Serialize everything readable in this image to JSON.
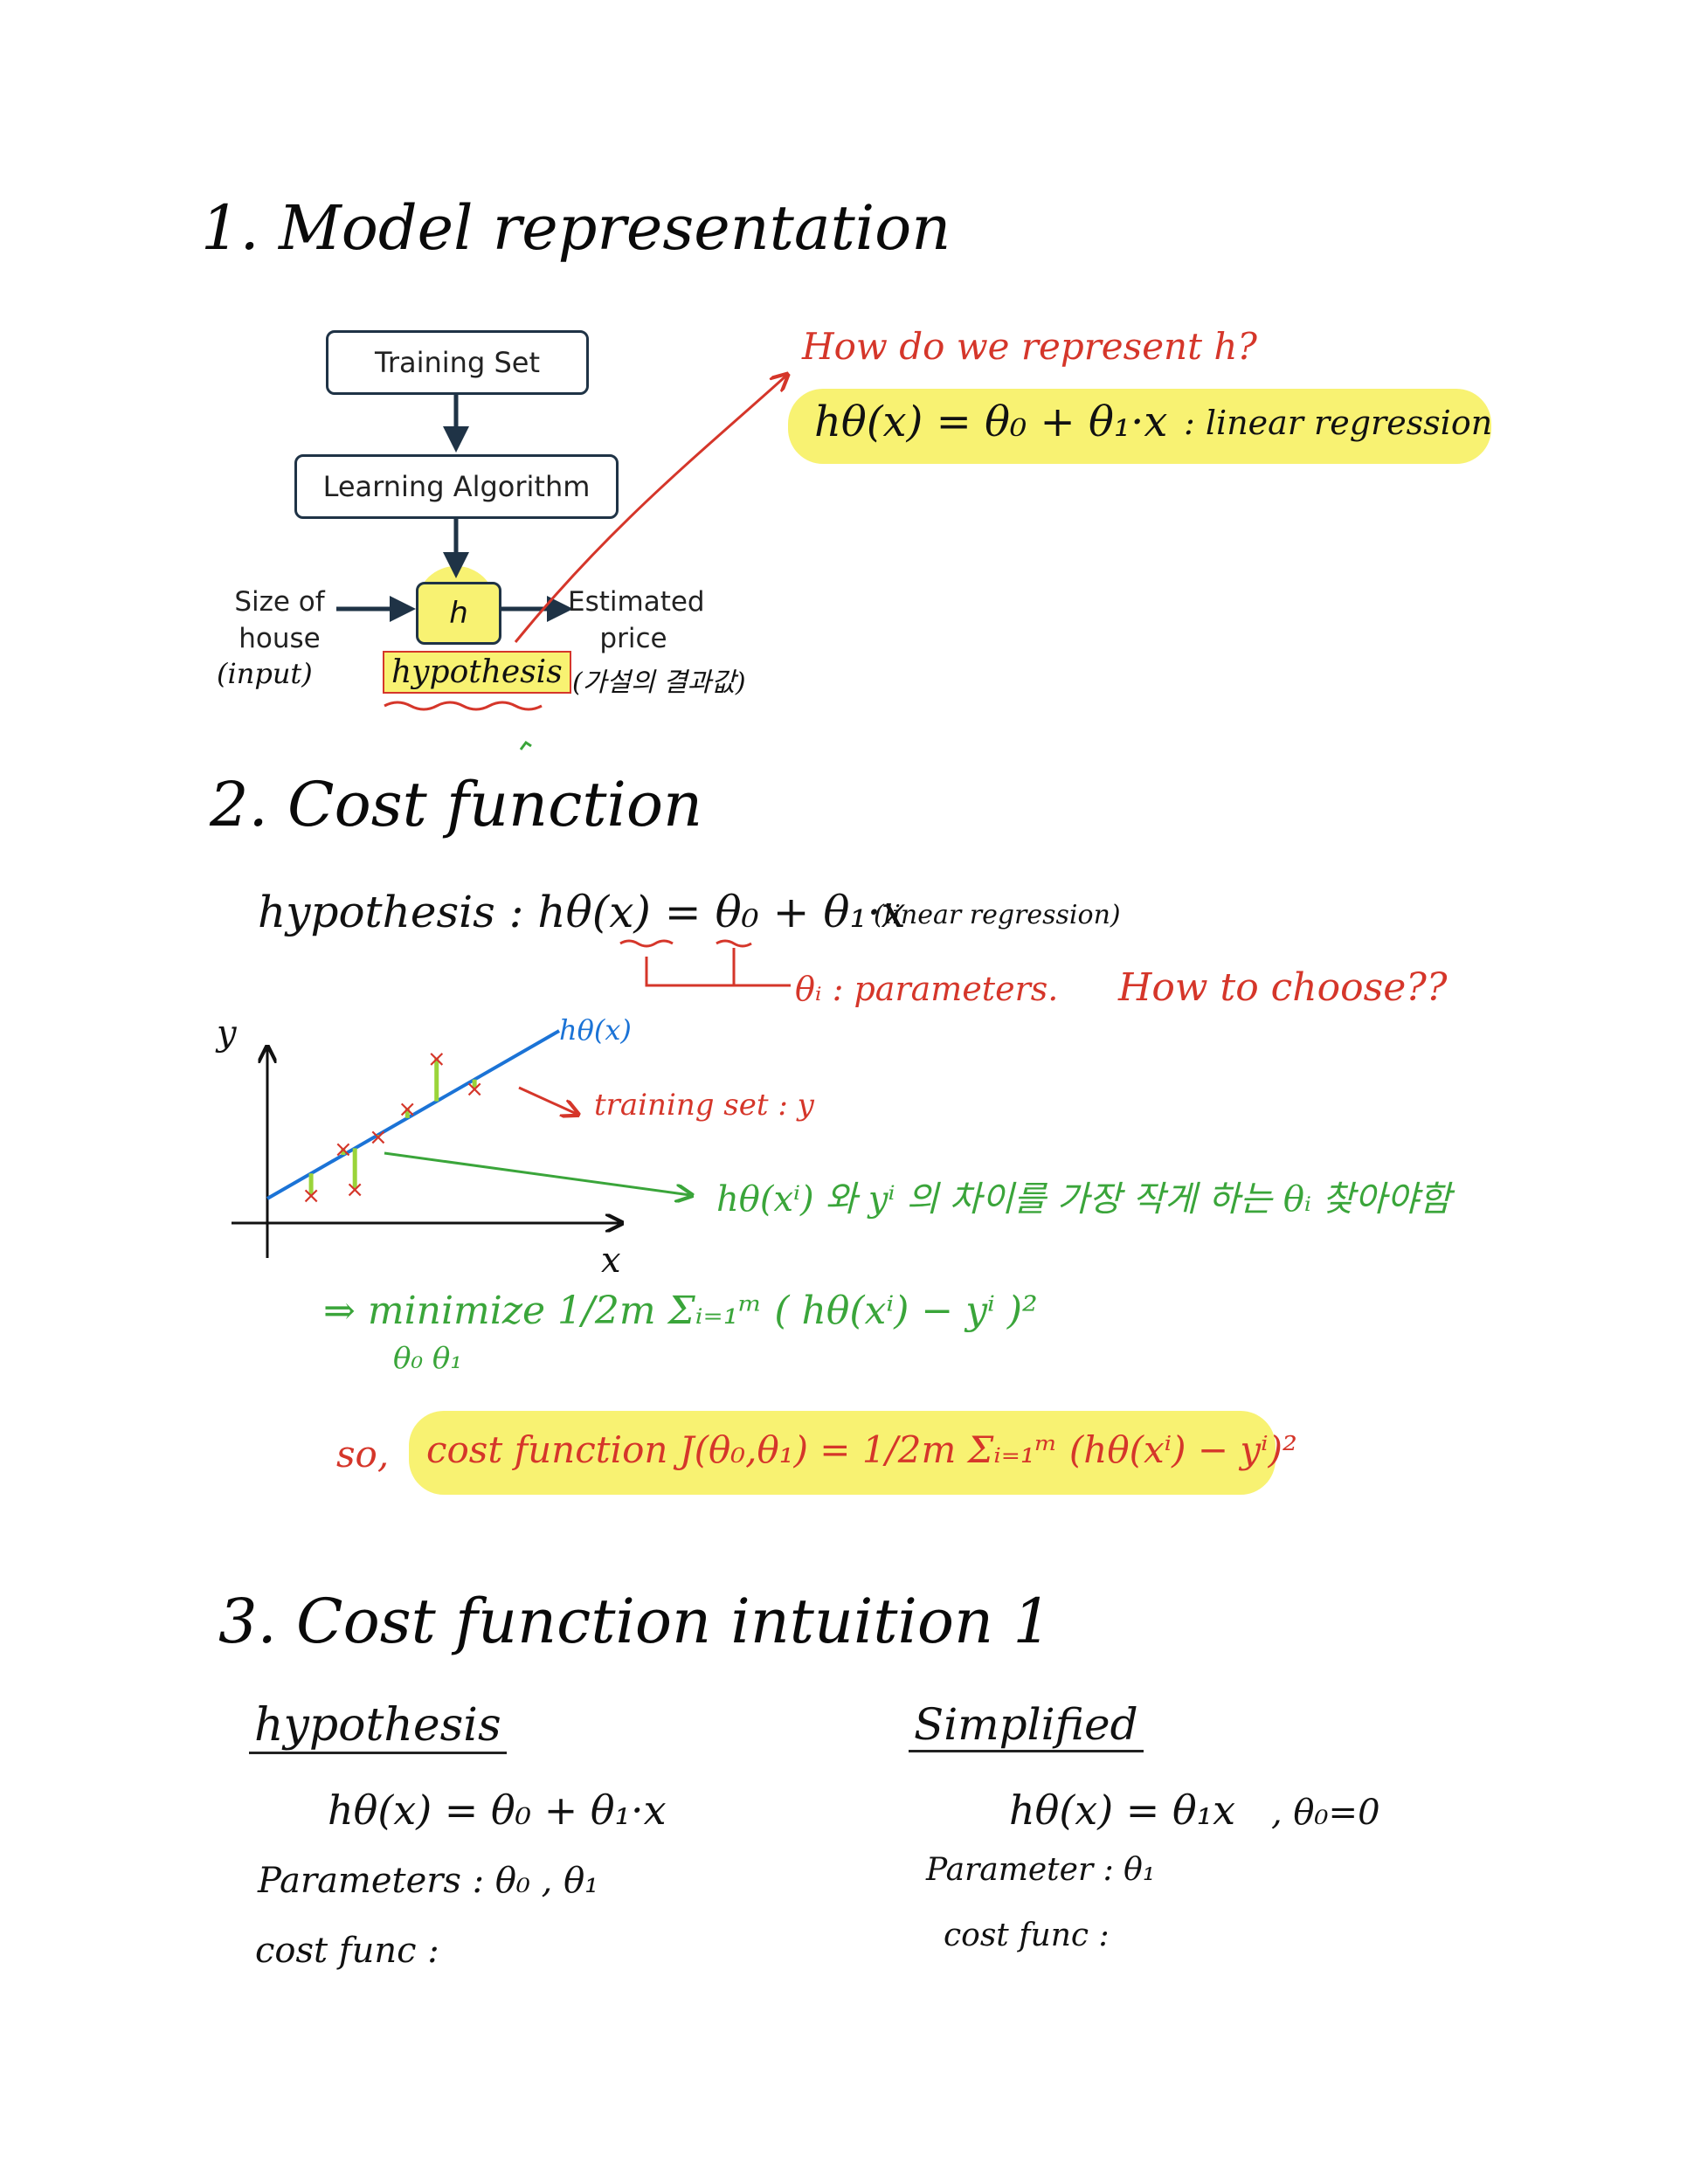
{
  "section1": {
    "title": "1. Model representation",
    "diagram": {
      "training_set": "Training Set",
      "learning_algorithm": "Learning Algorithm",
      "h": "h",
      "input_label": "Size of house",
      "input_note": "(input)",
      "output_label": "Estimated price",
      "output_note": "(가설의 결과값)",
      "hypothesis_note": "hypothesis"
    },
    "question": "How do we represent h?",
    "formula": "hθ(x) = θ₀ + θ₁·x",
    "formula_note": ": linear regression"
  },
  "section2": {
    "title": "2. Cost function",
    "hypothesis_line": "hypothesis :  hθ(x) = θ₀ + θ₁·x",
    "hypothesis_note": "(linear regression)",
    "parameters_note": "θᵢ : parameters.",
    "question": "How to choose??",
    "plot": {
      "ylabel": "y",
      "xlabel": "x",
      "line_label": "hθ(x)",
      "training_note": "training set : y",
      "goal_note": "hθ(xⁱ) 와 yⁱ 의 차이를 가장 작게 하는 θᵢ 찾아야함",
      "points": [
        {
          "x": 0.15,
          "y": 0.14
        },
        {
          "x": 0.26,
          "y": 0.37
        },
        {
          "x": 0.3,
          "y": 0.17
        },
        {
          "x": 0.38,
          "y": 0.43
        },
        {
          "x": 0.48,
          "y": 0.57
        },
        {
          "x": 0.58,
          "y": 0.82
        },
        {
          "x": 0.71,
          "y": 0.67
        }
      ]
    },
    "minimize_line": "⇒ minimize  1/2m Σᵢ₌₁ᵐ ( hθ(xⁱ) − yⁱ )²",
    "minimize_vars": "θ₀ θ₁",
    "so_label": "so,",
    "cost_function": "cost function  J(θ₀,θ₁) = 1/2m Σᵢ₌₁ᵐ (hθ(xⁱ) − yⁱ)²"
  },
  "section3": {
    "title": "3. Cost function intuition 1",
    "left": {
      "heading": "hypothesis",
      "formula": "hθ(x) = θ₀ + θ₁·x",
      "params": "Parameters : θ₀ , θ₁",
      "cost": "cost func :"
    },
    "right": {
      "heading": "Simplified",
      "formula": "hθ(x) = θ₁x",
      "condition": ", θ₀=0",
      "params": "Parameter : θ₁",
      "cost": "cost func :"
    }
  },
  "colors": {
    "ink": "#111111",
    "red": "#d5362a",
    "green": "#3aa53a",
    "blue": "#1b73d6",
    "highlight": "#f8f272",
    "box_border": "#1f3346"
  }
}
